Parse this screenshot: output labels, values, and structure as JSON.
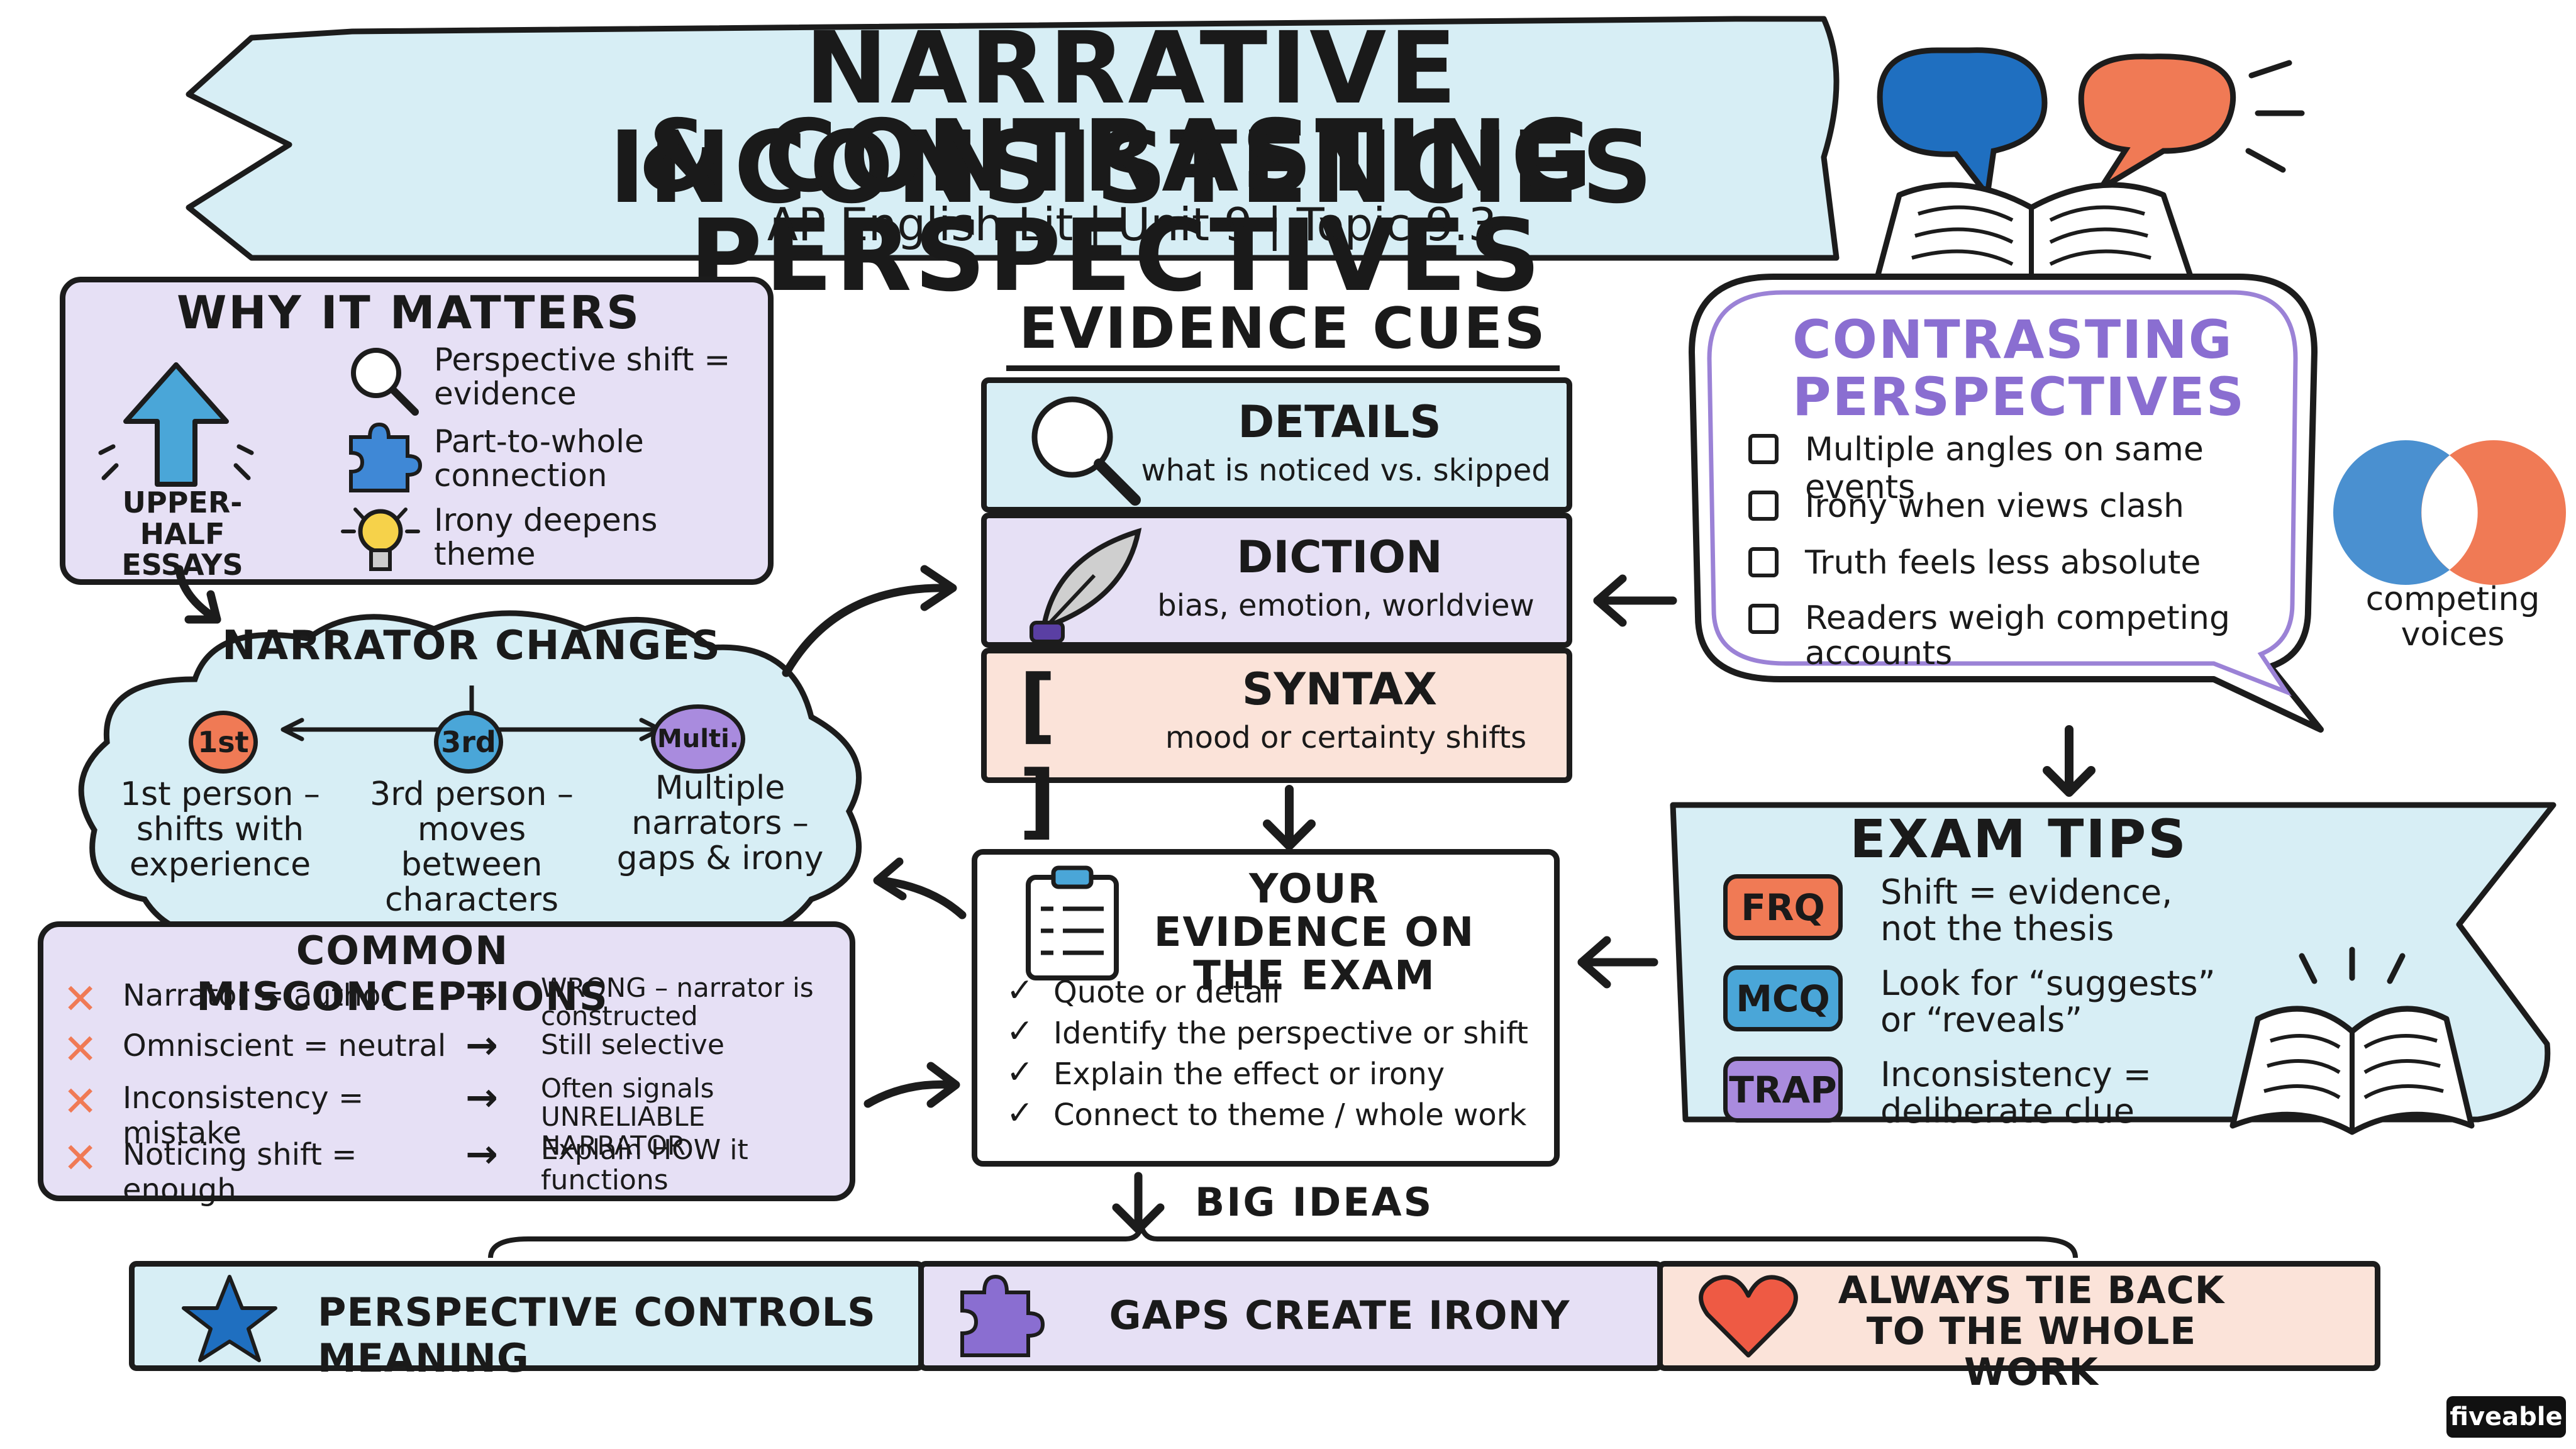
{
  "header": {
    "title_line1": "NARRATIVE INCONSISTENCIES",
    "title_line2": "& CONTRASTING PERSPECTIVES",
    "subtitle": "AP English Lit | Unit 9 | Topic 9.3"
  },
  "why_it_matters": {
    "title": "WHY IT MATTERS",
    "arrow_label": "UPPER-HALF ESSAYS",
    "items": [
      {
        "icon": "magnifier-icon",
        "text": "Perspective shift = evidence"
      },
      {
        "icon": "puzzle-icon",
        "text": "Part-to-whole connection"
      },
      {
        "icon": "lightbulb-icon",
        "text": "Irony deepens theme"
      }
    ]
  },
  "narrator_changes": {
    "title": "NARRATOR CHANGES",
    "items": [
      {
        "badge": "1st",
        "text": "1st person – shifts with experience",
        "color": "#f07a55"
      },
      {
        "badge": "3rd",
        "text": "3rd person – moves between characters",
        "color": "#4aa6d8"
      },
      {
        "badge": "Multi.",
        "text": "Multiple narrators – gaps & irony",
        "color": "#a98bde"
      }
    ]
  },
  "misconceptions": {
    "title": "COMMON MISCONCEPTIONS",
    "items": [
      {
        "wrong": "Narrator = author",
        "fix": "WRONG – narrator is constructed"
      },
      {
        "wrong": "Omniscient = neutral",
        "fix": "Still selective"
      },
      {
        "wrong": "Inconsistency = mistake",
        "fix": "Often signals UNRELIABLE NARRATOR"
      },
      {
        "wrong": "Noticing shift = enough",
        "fix": "Explain HOW it functions"
      }
    ]
  },
  "evidence_cues": {
    "title": "EVIDENCE CUES",
    "cards": [
      {
        "title": "DETAILS",
        "sub": "what is noticed vs. skipped",
        "color": "#d7eef5"
      },
      {
        "title": "DICTION",
        "sub": "bias, emotion, worldview",
        "color": "#e6e0f5"
      },
      {
        "title": "SYNTAX",
        "sub": "mood or certainty shifts",
        "color": "#fbe3d9",
        "symbol": "[ ]"
      }
    ]
  },
  "your_evidence": {
    "title": "YOUR EVIDENCE ON THE EXAM",
    "items": [
      "Quote or detail",
      "Identify the perspective or shift",
      "Explain the effect or irony",
      "Connect to theme / whole work"
    ]
  },
  "contrasting": {
    "title": "CONTRASTING PERSPECTIVES",
    "items": [
      "Multiple angles on same events",
      "Irony when views clash",
      "Truth feels less absolute",
      "Readers weigh competing accounts"
    ],
    "venn_label": "competing voices"
  },
  "exam_tips": {
    "title": "EXAM TIPS",
    "items": [
      {
        "badge": "FRQ",
        "text": "Shift = evidence, not the thesis",
        "color": "#f07a55"
      },
      {
        "badge": "MCQ",
        "text": "Look for “suggests” or “reveals”",
        "color": "#4aa6d8"
      },
      {
        "badge": "TRAP",
        "text": "Inconsistency = deliberate clue",
        "color": "#a98bde"
      }
    ]
  },
  "big_ideas": {
    "label": "BIG IDEAS",
    "items": [
      {
        "icon": "star-icon",
        "text": "PERSPECTIVE CONTROLS MEANING"
      },
      {
        "icon": "puzzle-icon",
        "text": "GAPS CREATE IRONY"
      },
      {
        "icon": "heart-icon",
        "text": "ALWAYS TIE BACK TO THE WHOLE WORK"
      }
    ]
  },
  "brand": "fiveable",
  "colors": {
    "blue": "#d7eef5",
    "lavender": "#e6e0f5",
    "peach": "#fbe3d9",
    "orange": "#f07a55",
    "sky": "#4aa6d8",
    "purple": "#a98bde"
  }
}
